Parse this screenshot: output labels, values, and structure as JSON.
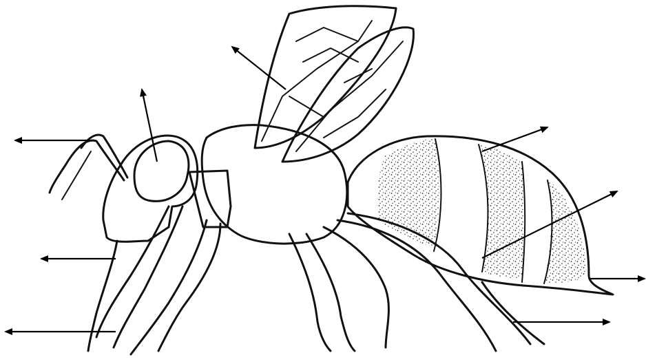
{
  "diagram": {
    "subject": "bee",
    "label_arrows": [
      {
        "id": "antenna",
        "name": "antenna-pointer-arrow"
      },
      {
        "id": "eye",
        "name": "eye-pointer-arrow"
      },
      {
        "id": "wings",
        "name": "wings-pointer-arrow"
      },
      {
        "id": "abdomen-top",
        "name": "abdomen-stripe-pointer-arrow"
      },
      {
        "id": "abdomen-mid",
        "name": "abdomen-pointer-arrow"
      },
      {
        "id": "mouthparts",
        "name": "mouthparts-pointer-arrow"
      },
      {
        "id": "front-leg",
        "name": "front-leg-pointer-arrow"
      },
      {
        "id": "stinger",
        "name": "stinger-pointer-arrow"
      },
      {
        "id": "hind-leg",
        "name": "hind-leg-pointer-arrow"
      }
    ],
    "colors": {
      "ink": "#111111",
      "background": "#ffffff"
    }
  }
}
